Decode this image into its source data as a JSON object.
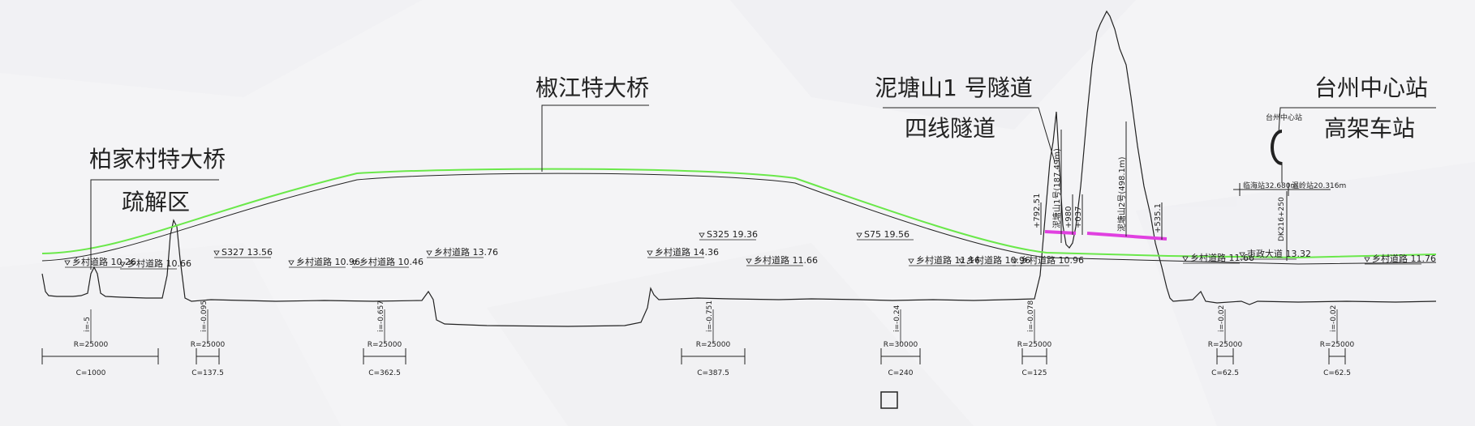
{
  "colors": {
    "ground": "#222222",
    "design": "#6ae84a",
    "tunnel": "#e040e0",
    "background": "#f4f4f6"
  },
  "titles": {
    "baijia_1": "柏家村特大桥",
    "baijia_2": "疏解区",
    "jiaojiang": "椒江特大桥",
    "nitang_1": "泥塘山1 号隧道",
    "nitang_2": "四线隧道",
    "taizhou_1": "台州中心站",
    "taizhou_2": "高架车站"
  },
  "elevations": [
    {
      "label": "乡村道路 10.26"
    },
    {
      "label": "乡村道路 10.66"
    },
    {
      "label": "S327 13.56"
    },
    {
      "label": "乡村道路 10.96"
    },
    {
      "label": "乡村道路 10.46"
    },
    {
      "label": "乡村道路 13.76"
    },
    {
      "label": "乡村道路 14.36"
    },
    {
      "label": "S325 19.36"
    },
    {
      "label": "乡村道路 11.66"
    },
    {
      "label": "S75 19.56"
    },
    {
      "label": "乡村道路 11.16"
    },
    {
      "label": "乡村道路 10.96"
    },
    {
      "label": "乡村道路 10.96"
    },
    {
      "label": "乡村道路 11.66"
    },
    {
      "label": "市政大道 13.32"
    },
    {
      "label": "乡村道路 11.76"
    }
  ],
  "tunnels": {
    "t1": "泥塘山1号(187.49m)",
    "t2": "泥塘山2号(498.1m)",
    "m1": "+792.51",
    "m2": "+980",
    "m3": "+037",
    "m4": "+535.1"
  },
  "station": {
    "name": "台州中心站",
    "rail1": "临海站32.680m",
    "rail2": "温岭站20.316m",
    "mileage": "DK216+250"
  },
  "curves": [
    {
      "grade": "i=-5",
      "radius": "R=25000",
      "length": "C=1000"
    },
    {
      "grade": "i=-0.095",
      "radius": "R=25000",
      "length": "C=137.5"
    },
    {
      "grade": "i=-0.657",
      "radius": "R=25000",
      "length": "C=362.5"
    },
    {
      "grade": "i=-0.751",
      "radius": "R=25000",
      "length": "C=387.5"
    },
    {
      "grade": "i=-0.24",
      "radius": "R=30000",
      "length": "C=240"
    },
    {
      "grade": "i=-0.078",
      "radius": "R=25000",
      "length": "C=125"
    },
    {
      "grade": "i=-0.02",
      "radius": "R=25000",
      "length": "C=62.5"
    },
    {
      "grade": "i=-0.02",
      "radius": "R=25000",
      "length": "C=62.5"
    }
  ]
}
